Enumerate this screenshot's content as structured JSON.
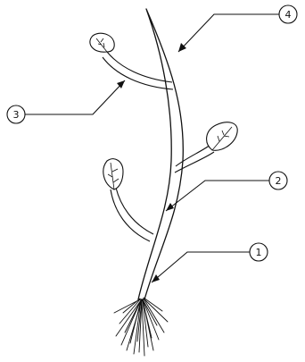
{
  "diagram": {
    "callouts": [
      {
        "number": "1"
      },
      {
        "number": "2"
      },
      {
        "number": "3"
      },
      {
        "number": "4"
      }
    ]
  }
}
